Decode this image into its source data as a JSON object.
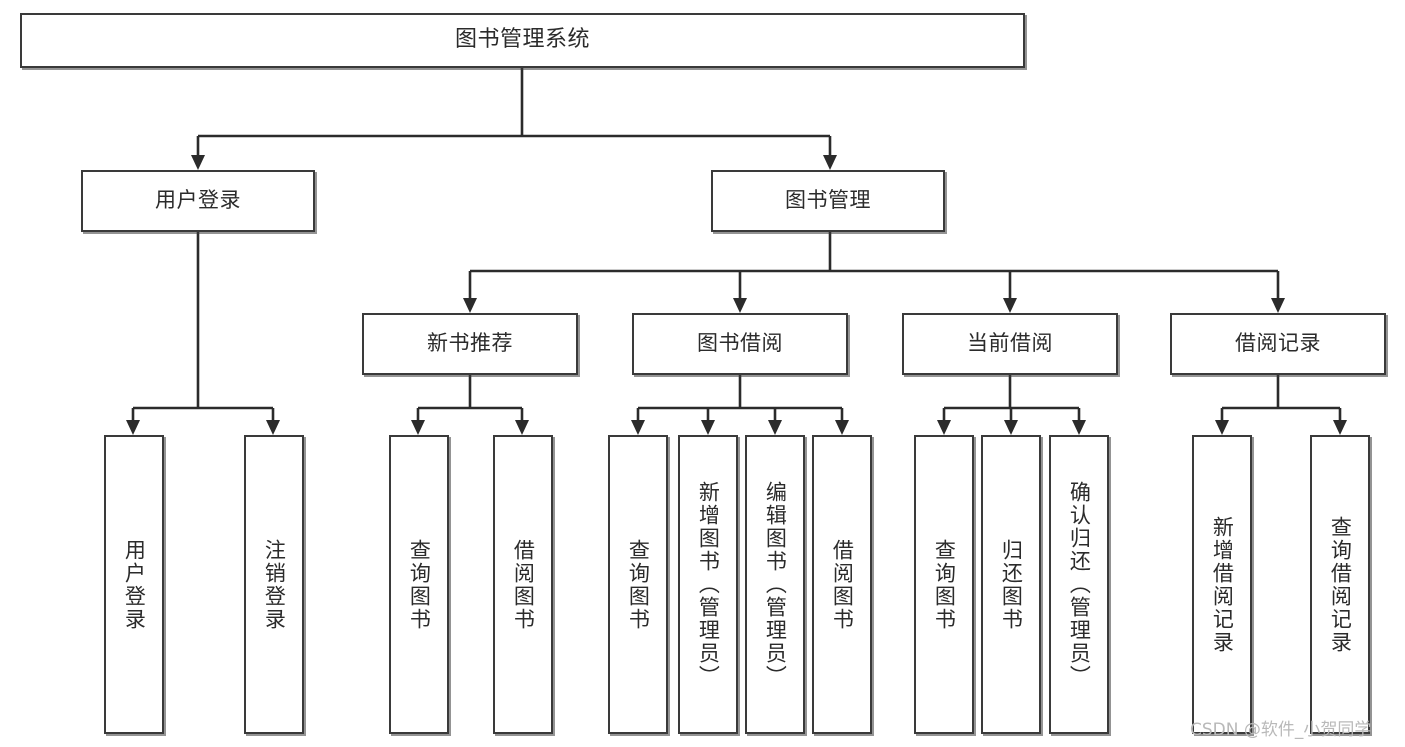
{
  "diagram": {
    "title": "图书管理系统",
    "type": "hierarchy-tree",
    "watermark": "CSDN @软件_小贺同学",
    "colors": {
      "box_border": "#3a3a3a",
      "box_fill": "#ffffff",
      "connector": "#2b2b2b",
      "text": "#2b2b2b",
      "watermark": "#b9b9b9"
    },
    "levels": {
      "root": {
        "label": "图书管理系统"
      },
      "level2": [
        {
          "label": "用户登录"
        },
        {
          "label": "图书管理"
        }
      ],
      "level3": [
        {
          "label": "新书推荐"
        },
        {
          "label": "图书借阅"
        },
        {
          "label": "当前借阅"
        },
        {
          "label": "借阅记录"
        }
      ],
      "leaves": {
        "user_login": [
          {
            "label": "用户登录"
          },
          {
            "label": "注销登录"
          }
        ],
        "new_book_recommend": [
          {
            "label": "查询图书"
          },
          {
            "label": "借阅图书"
          }
        ],
        "book_borrow": [
          {
            "label": "查询图书"
          },
          {
            "label": "新增图书（管理员）"
          },
          {
            "label": "编辑图书（管理员）"
          },
          {
            "label": "借阅图书"
          }
        ],
        "current_borrow": [
          {
            "label": "查询图书"
          },
          {
            "label": "归还图书"
          },
          {
            "label": "确认归还（管理员）"
          }
        ],
        "borrow_record": [
          {
            "label": "新增借阅记录"
          },
          {
            "label": "查询借阅记录"
          }
        ]
      }
    }
  }
}
